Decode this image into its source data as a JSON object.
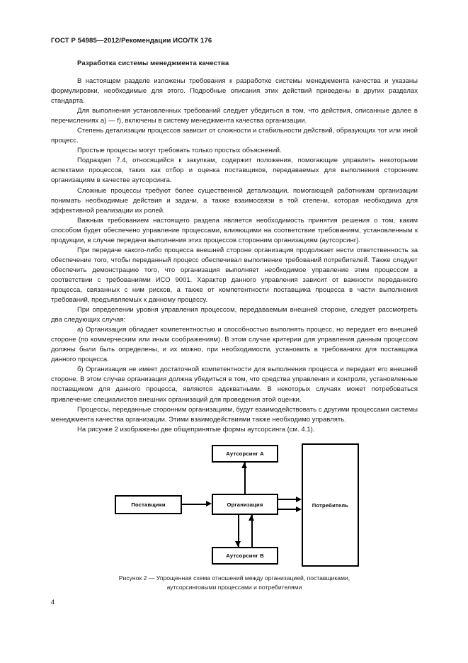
{
  "document": {
    "running_head": "ГОСТ Р 54985—2012/Рекомендации ИСО/ТК 176",
    "page_number": "4",
    "section_title": "Разработка системы менеджмента качества"
  },
  "paragraphs": [
    "В настоящем разделе изложены требования к разработке системы менеджмента качества и указаны формулировки, необходимые для этого. Подробные описания этих действий приведены в других разделах стандарта.",
    "Для выполнения установленных требований следует убедиться в том, что действия, описанные далее в перечислениях a) — f), включены в систему менеджмента качества организации.",
    "Степень детализации процессов зависит от сложности и стабильности действий, образующих тот или иной процесс.",
    "Простые процессы могут требовать только простых объяснений.",
    "Подраздел 7.4, относящийся к закупкам, содержит положения, помогающие управлять некоторыми аспектами процессов, таких как отбор и оценка поставщиков, передаваемых для выполнения сторонним организациям в качестве аутсорсинга.",
    "Сложные процессы требуют более существенной детализации, помогающей работникам организации понимать необходимые действия и задачи, а также взаимосвязи в той степени, которая необходима для эффективной реализации их ролей.",
    "Важным требованием настоящего раздела является необходимость принятия решения о том, каким способом будет обеспечено управление процессами, влияющими на соответствие требованиям, установленным к продукции, в случае передачи выполнения этих процессов сторонним организациям (аутсорсинг).",
    "При передаче какого-либо процесса внешней стороне организация продолжает нести ответственность за обеспечение того, чтобы переданный процесс обеспечивал выполнение требований потребителей. Также следует обеспечить демонстрацию того, что организация выполняет необходимое управление этим процессом в соответствии с требованиями ИСО 9001. Характер данного управления зависит от важности переданного процесса, связанных с ним рисков, а также от компетентности поставщика процесса в части выполнения требований, предъявляемых к данному процессу.",
    "При определении уровня управления процессом, передаваемым внешней стороне, следует рассмотреть два следующих случая:",
    "а) Организация обладает компетентностью и способностью выполнять процесс, но передает его внешней стороне (по коммерческим или иным соображениям). В этом случае критерии для управления данным процессом должны были быть определены, и их можно, при необходимости, установить в требованиях для поставщика данного процесса.",
    "б) Организация не имеет достаточной компетентности для выполнения процесса и передает его внешней стороне. В этом случае организация должна убедиться в том, что средства управления и контроля, установленные поставщиком для данного процесса, являются адекватными. В некоторых случаях может потребоваться привлечение специалистов внешних организаций для проведения этой оценки.",
    "Процессы, переданные сторонним организациям, будут взаимодействовать с другими процессами системы менеджмента качества организации. Этими взаимодействиями также необходимо управлять.",
    "На рисунке 2 изображены две общепринятые формы аутсорсинга (см. 4.1)."
  ],
  "figure": {
    "boxes": {
      "outsourcing_a": "Аутсорсинг А",
      "suppliers": "Поставщики",
      "organization": "Организация",
      "outsourcing_b": "Аутсорсинг В",
      "customer": "Потребитель"
    },
    "caption_line_1": "Рисунок 2 — Упрощенная схема отношений между организацией, поставщиками,",
    "caption_line_2": "аутсорсинговыми процессами и потребителями"
  }
}
